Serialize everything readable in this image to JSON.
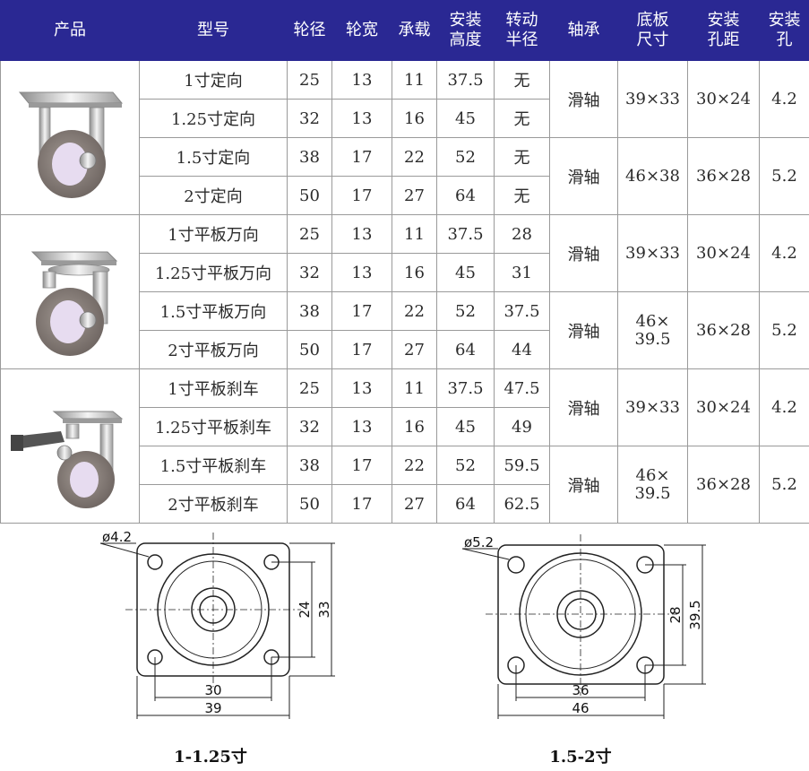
{
  "headers": [
    {
      "l1": "产品",
      "l2": ""
    },
    {
      "l1": "型号",
      "l2": ""
    },
    {
      "l1": "轮径",
      "l2": ""
    },
    {
      "l1": "轮宽",
      "l2": ""
    },
    {
      "l1": "承载",
      "l2": ""
    },
    {
      "l1": "安装",
      "l2": "高度"
    },
    {
      "l1": "转动",
      "l2": "半径"
    },
    {
      "l1": "轴承",
      "l2": ""
    },
    {
      "l1": "底板",
      "l2": "尺寸"
    },
    {
      "l1": "安装",
      "l2": "孔距"
    },
    {
      "l1": "安装",
      "l2": "孔"
    }
  ],
  "groups": [
    {
      "product_icon": "fixed-caster-image",
      "rows": [
        {
          "model": "1寸定向",
          "diameter": "25",
          "width": "13",
          "load": "11",
          "height": "37.5",
          "radius": "无"
        },
        {
          "model": "1.25寸定向",
          "diameter": "32",
          "width": "13",
          "load": "16",
          "height": "45",
          "radius": "无"
        },
        {
          "model": "1.5寸定向",
          "diameter": "38",
          "width": "17",
          "load": "22",
          "height": "52",
          "radius": "无"
        },
        {
          "model": "2寸定向",
          "diameter": "50",
          "width": "17",
          "load": "27",
          "height": "64",
          "radius": "无"
        }
      ],
      "pairs": [
        {
          "bearing": "滑轴",
          "plate1": "39×33",
          "plate2": "",
          "spacing": "30×24",
          "hole": "4.2"
        },
        {
          "bearing": "滑轴",
          "plate1": "46×38",
          "plate2": "",
          "spacing": "36×28",
          "hole": "5.2"
        }
      ]
    },
    {
      "product_icon": "swivel-caster-image",
      "rows": [
        {
          "model": "1寸平板万向",
          "diameter": "25",
          "width": "13",
          "load": "11",
          "height": "37.5",
          "radius": "28"
        },
        {
          "model": "1.25寸平板万向",
          "diameter": "32",
          "width": "13",
          "load": "16",
          "height": "45",
          "radius": "31"
        },
        {
          "model": "1.5寸平板万向",
          "diameter": "38",
          "width": "17",
          "load": "22",
          "height": "52",
          "radius": "37.5"
        },
        {
          "model": "2寸平板万向",
          "diameter": "50",
          "width": "17",
          "load": "27",
          "height": "64",
          "radius": "44"
        }
      ],
      "pairs": [
        {
          "bearing": "滑轴",
          "plate1": "39×33",
          "plate2": "",
          "spacing": "30×24",
          "hole": "4.2"
        },
        {
          "bearing": "滑轴",
          "plate1": "46×",
          "plate2": "39.5",
          "spacing": "36×28",
          "hole": "5.2"
        }
      ]
    },
    {
      "product_icon": "brake-caster-image",
      "rows": [
        {
          "model": "1寸平板刹车",
          "diameter": "25",
          "width": "13",
          "load": "11",
          "height": "37.5",
          "radius": "47.5"
        },
        {
          "model": "1.25寸平板刹车",
          "diameter": "32",
          "width": "13",
          "load": "16",
          "height": "45",
          "radius": "49"
        },
        {
          "model": "1.5寸平板刹车",
          "diameter": "38",
          "width": "17",
          "load": "22",
          "height": "52",
          "radius": "59.5"
        },
        {
          "model": "2寸平板刹车",
          "diameter": "50",
          "width": "17",
          "load": "27",
          "height": "64",
          "radius": "62.5"
        }
      ],
      "pairs": [
        {
          "bearing": "滑轴",
          "plate1": "39×33",
          "plate2": "",
          "spacing": "30×24",
          "hole": "4.2"
        },
        {
          "bearing": "滑轴",
          "plate1": "46×",
          "plate2": "39.5",
          "spacing": "36×28",
          "hole": "5.2"
        }
      ]
    }
  ],
  "drawings": [
    {
      "caption": "1-1.25寸",
      "hole": "ø4.2",
      "inner_w": "30",
      "outer_w": "39",
      "inner_h": "24",
      "outer_h": "33"
    },
    {
      "caption": "1.5-2寸",
      "hole": "ø5.2",
      "inner_w": "36",
      "outer_w": "46",
      "inner_h": "28",
      "outer_h": "39.5"
    }
  ]
}
